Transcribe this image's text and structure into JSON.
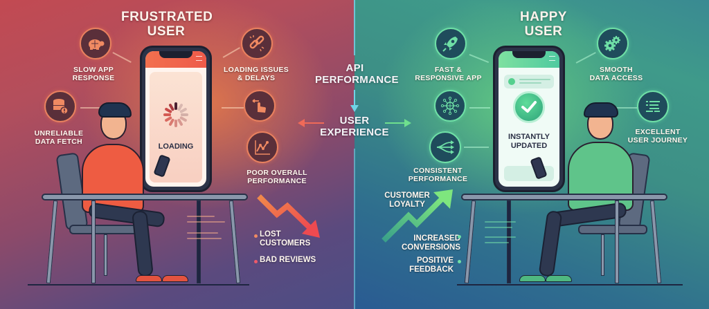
{
  "left_panel": {
    "title_line1": "FRUSTRATED",
    "title_line2": "USER",
    "features": [
      {
        "icon": "turtle-icon",
        "line1": "SLOW APP",
        "line2": "RESPONSE"
      },
      {
        "icon": "broken-link-icon",
        "line1": "LOADING ISSUES",
        "line2": "& DELAYS"
      },
      {
        "icon": "database-warning-icon",
        "line1": "UNRELIABLE",
        "line2": "DATA FETCH"
      },
      {
        "icon": "tap-gesture-icon",
        "line1": "",
        "line2": ""
      },
      {
        "icon": "line-chart-icon",
        "line1": "POOR OVERALL",
        "line2": "PERFORMANCE"
      }
    ],
    "phone_screen_text": "LOADING",
    "outcomes": [
      {
        "line1": "LOST",
        "line2": "CUSTOMERS"
      },
      {
        "line1": "BAD REVIEWS",
        "line2": ""
      }
    ],
    "trend": "down-arrow"
  },
  "center": {
    "top_label_line1": "API",
    "top_label_line2": "PERFORMANCE",
    "bottom_label_line1": "USER",
    "bottom_label_line2": "EXPERIENCE"
  },
  "right_panel": {
    "title_line1": "HAPPY",
    "title_line2": "USER",
    "features": [
      {
        "icon": "rocket-icon",
        "line1": "FAST &",
        "line2": "RESPONSIVE APP"
      },
      {
        "icon": "gears-icon",
        "line1": "SMOOTH",
        "line2": "DATA ACCESS"
      },
      {
        "icon": "network-globe-icon",
        "line1": "",
        "line2": ""
      },
      {
        "icon": "document-list-icon",
        "line1": "EXCELLENT",
        "line2": "USER JOURNEY"
      },
      {
        "icon": "flow-arrows-icon",
        "line1": "CONSISTENT",
        "line2": "PERFORMANCE"
      }
    ],
    "phone_screen_line1": "INSTANTLY",
    "phone_screen_line2": "UPDATED",
    "outcomes": [
      {
        "line1": "CUSTOMER",
        "line2": "LOYALTY"
      },
      {
        "line1": "INCREASED",
        "line2": "CONVERSIONS"
      },
      {
        "line1": "POSITIVE",
        "line2": "FEEDBACK"
      }
    ],
    "trend": "up-arrow"
  },
  "colors": {
    "bad_accent": "#ee5a4a",
    "good_accent": "#5fdc8e",
    "divider": "#6fd4e6",
    "text": "#fff7ef"
  }
}
